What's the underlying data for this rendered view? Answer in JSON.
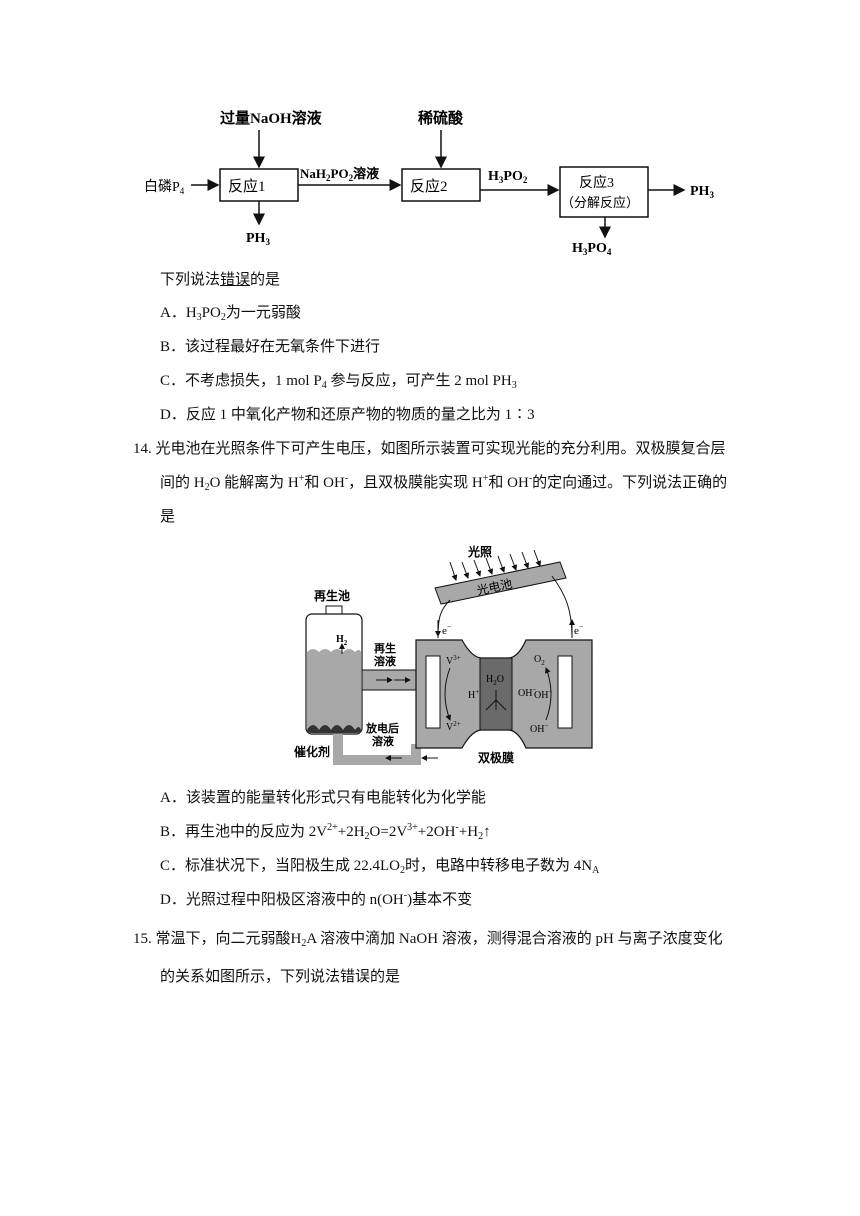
{
  "flow": {
    "naoh": "过量NaOH溶液",
    "acid": "稀硫酸",
    "p4": "白磷P",
    "p4_sub": "4",
    "r1": "反应1",
    "nah2po2_a": "NaH",
    "nah2po2_b": "PO",
    "nah2po2_c": "溶液",
    "r2": "反应2",
    "h3po2_a": "H",
    "h3po2_b": "PO",
    "r3_line1": "反应3",
    "r3_line2": "（分解反应）",
    "ph3_out": "PH",
    "ph3_r1": "PH",
    "h3po4_a": "H",
    "h3po4_b": "PO"
  },
  "q13": {
    "stem_a": "下列说法",
    "stem_u": "错误",
    "stem_b": "的是",
    "A_a": "A．H",
    "A_b": "PO",
    "A_c": "为一元弱酸",
    "B": "B．该过程最好在无氧条件下进行",
    "C_a": "C．不考虑损失，1 mol P",
    "C_b": "参与反应，可产生 2 mol PH",
    "D": "D．反应 1 中氧化产物和还原产物的物质的量之比为 1∶3"
  },
  "q14": {
    "line1": "14.  光电池在光照条件下可产生电压，如图所示装置可实现光能的充分利用。双极膜复合层",
    "line2_a": "间的 H",
    "line2_b": "O 能解离为 H",
    "line2_c": "和 OH",
    "line2_d": "，且双极膜能实现 H",
    "line2_e": "和 OH",
    "line2_f": "的定向通过。下列说法正确的",
    "line3": "是",
    "A": "A．该装置的能量转化形式只有电能转化为化学能",
    "B_a": "B．再生池中的反应为 2V",
    "B_b": "+2H",
    "B_c": "O=2V",
    "B_d": "+2OH",
    "B_e": "+H",
    "B_f": "↑",
    "C_a": "C．标准状况下，当阳极生成 22.4LO",
    "C_b": "时，电路中转移电子数为 4N",
    "C_sub": "A",
    "D": "D．光照过程中阳极区溶液中的 n(OH",
    "D_b": ")基本不变"
  },
  "cell": {
    "light": "光照",
    "pv": "光电池",
    "regen_pool": "再生池",
    "h2": "H",
    "regen_sol_1": "再生",
    "regen_sol_2": "溶液",
    "discharge_1": "放电后",
    "discharge_2": "溶液",
    "catalyst": "催化剂",
    "bipolar": "双极膜",
    "electron": "e",
    "v3": "V",
    "v2": "V",
    "h2o": "H",
    "hplus": "H",
    "ohminus": "OH",
    "o2": "O"
  },
  "q15": {
    "line1_a": "15.  常温下，向二元弱酸",
    "line1_b": "H",
    "line1_c": "A 溶液中滴加 NaOH 溶液，测得混合溶液的 pH 与离子浓度变化",
    "line2": "的关系如图所示，下列说法错误的是"
  }
}
